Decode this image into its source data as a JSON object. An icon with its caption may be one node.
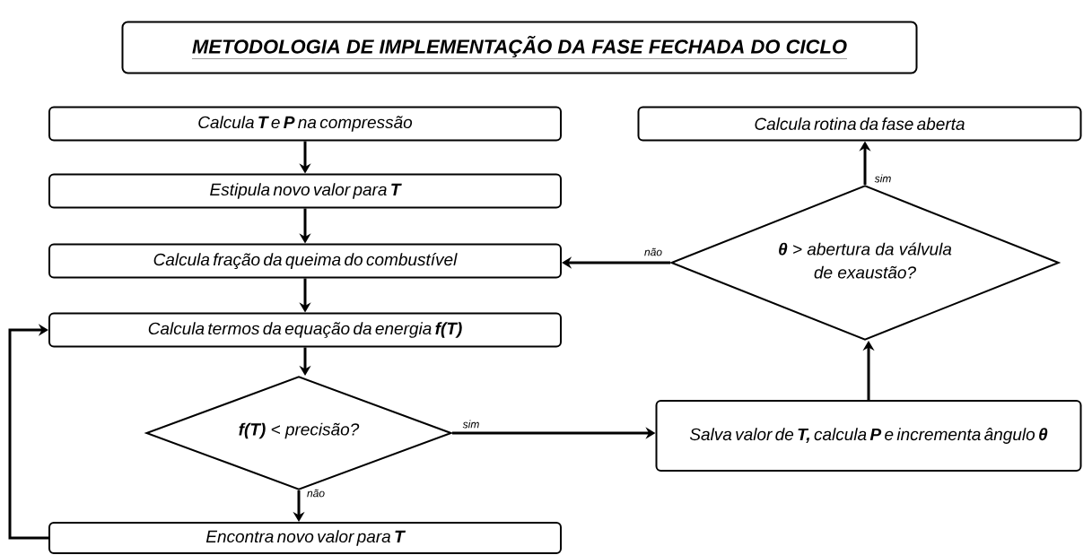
{
  "diagram": {
    "title": "METODOLOGIA DE IMPLEMENTAÇÃO DA FASE FECHADA DO CICLO",
    "nodes": [
      {
        "text": [
          "Calcula **T** e **P** na compressão"
        ]
      },
      {
        "text": [
          "Estipula novo valor para **T**"
        ]
      },
      {
        "text": [
          "Calcula fração da queima do combustível"
        ]
      },
      {
        "text": [
          "Calcula termos da equação da energia **f(T)**"
        ]
      },
      {
        "text": [
          "**f(T)** < precisão?"
        ]
      },
      {
        "text": [
          "Encontra novo valor para **T**"
        ]
      },
      {
        "text": [
          "Salva valor de **T,** calcula **P** e incrementa ângulo **θ**"
        ]
      },
      {
        "text": [
          "**θ** > abertura da válvula de exaustão?"
        ]
      },
      {
        "text": [
          "Calcula rotina da fase aberta"
        ]
      }
    ],
    "edges": [
      {
        "from": 0,
        "to": 1,
        "arrow": "to"
      },
      {
        "from": 1,
        "to": 2,
        "arrow": "to"
      },
      {
        "from": 2,
        "to": 3,
        "arrow": "to"
      },
      {
        "from": 3,
        "to": 4,
        "arrow": "to"
      },
      {
        "from": 4,
        "to": 5,
        "arrow": "to",
        "label": "não"
      },
      {
        "from": 4,
        "to": 6,
        "arrow": "to",
        "label": "sim"
      },
      {
        "from": 6,
        "to": 7,
        "arrow": "to"
      },
      {
        "from": 7,
        "to": 8,
        "arrow": "to",
        "label": "sim"
      },
      {
        "from": 7,
        "to": 2,
        "arrow": "to",
        "label": "não"
      },
      {
        "from": 5,
        "to": 3,
        "arrow": "to"
      }
    ]
  }
}
